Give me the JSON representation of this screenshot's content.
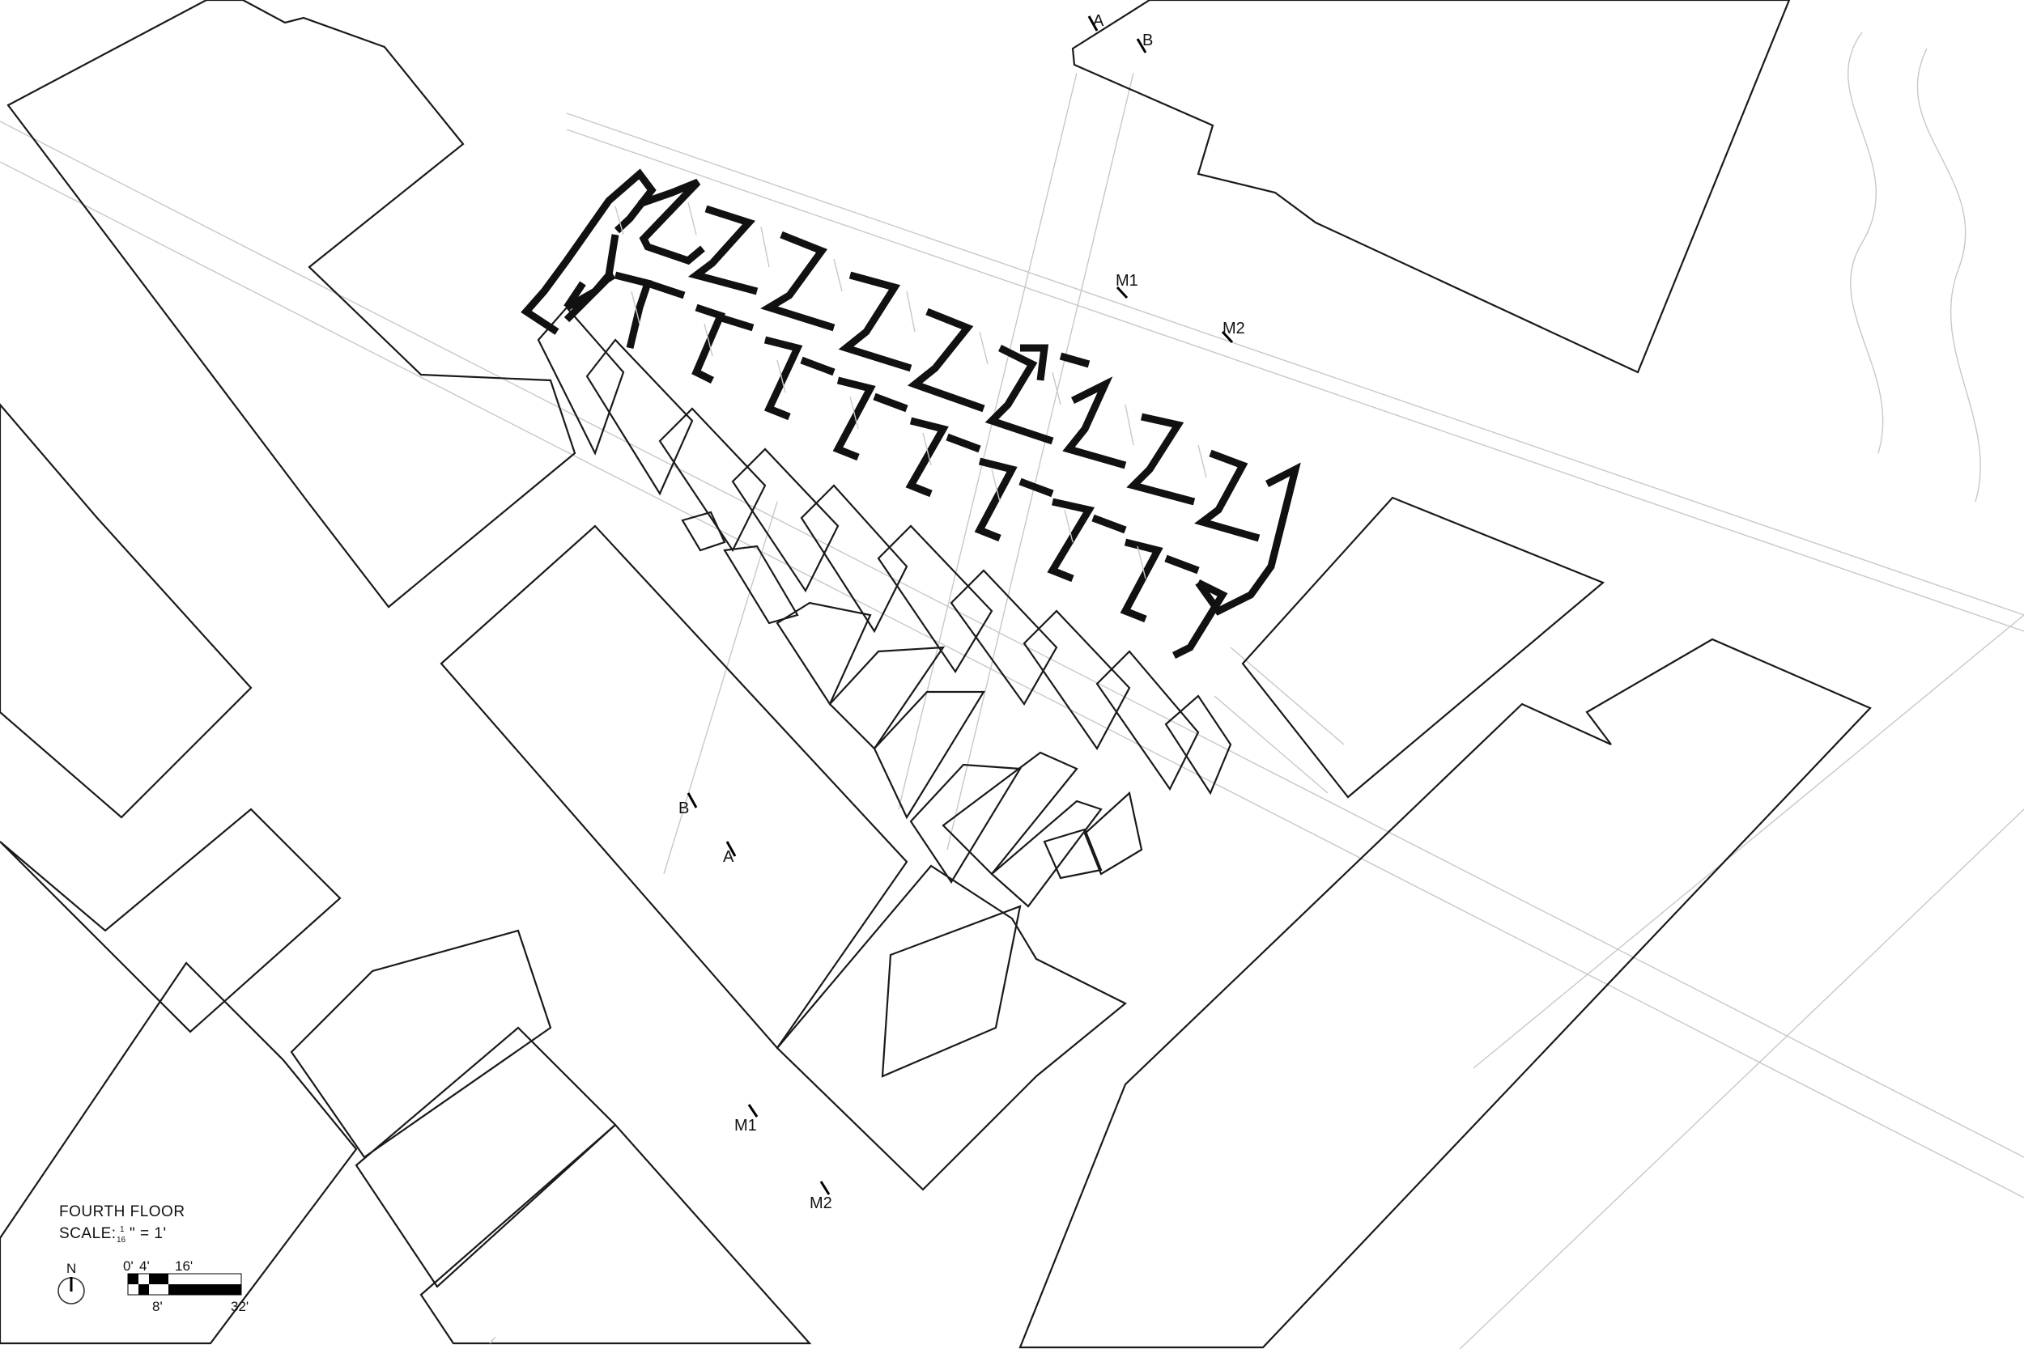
{
  "drawing": {
    "title": "FOURTH FLOOR",
    "scale_prefix": "SCALE:",
    "scale_num": "1",
    "scale_den": "16",
    "scale_suffix": "\" = 1'",
    "north_label": "N"
  },
  "scale_bar": {
    "top_labels": [
      "0'",
      "4'",
      "16'"
    ],
    "bottom_labels": [
      "8'",
      "32'"
    ]
  },
  "section_marks": {
    "top_a": "A",
    "top_b": "B",
    "mid_b": "B",
    "mid_a": "A",
    "m1_top": "M1",
    "m2_top": "M2",
    "m1_bottom": "M1",
    "m2_bottom": "M2"
  }
}
